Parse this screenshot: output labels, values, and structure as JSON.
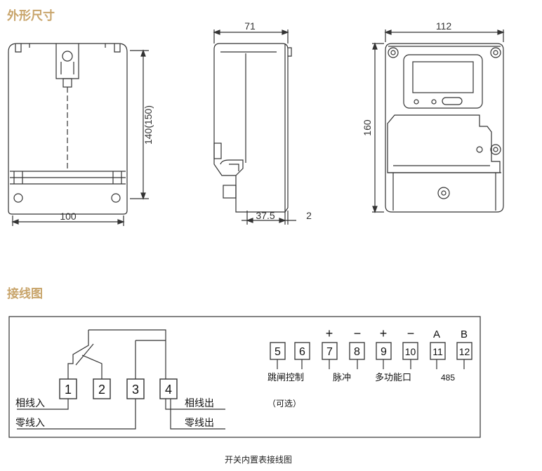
{
  "sections": {
    "dimensions_title": "外形尺寸",
    "wiring_title": "接线图"
  },
  "dimensions": {
    "front_height": "140(150)",
    "front_width": "100",
    "side_depth": "71",
    "side_bottom_depth": "37.5",
    "side_bottom_gap": "2",
    "meter_width": "112",
    "meter_height": "160"
  },
  "wiring": {
    "main_terminals": [
      "1",
      "2",
      "3",
      "4"
    ],
    "aux_terminals": [
      "5",
      "6",
      "7",
      "8",
      "9",
      "10",
      "11",
      "12"
    ],
    "polarity": [
      "+",
      "−",
      "+",
      "−",
      "A",
      "B"
    ],
    "label_phase_in": "相线入",
    "label_neutral_in": "零线入",
    "label_phase_out": "相线出",
    "label_neutral_out": "零线出",
    "label_trip_control": "跳闸控制",
    "label_optional": "（可选）",
    "label_pulse": "脉冲",
    "label_multifunction": "多功能口",
    "label_485": "485"
  },
  "caption": "开关内置表接线图",
  "colors": {
    "title": "#c8a46a",
    "line": "#333333"
  }
}
